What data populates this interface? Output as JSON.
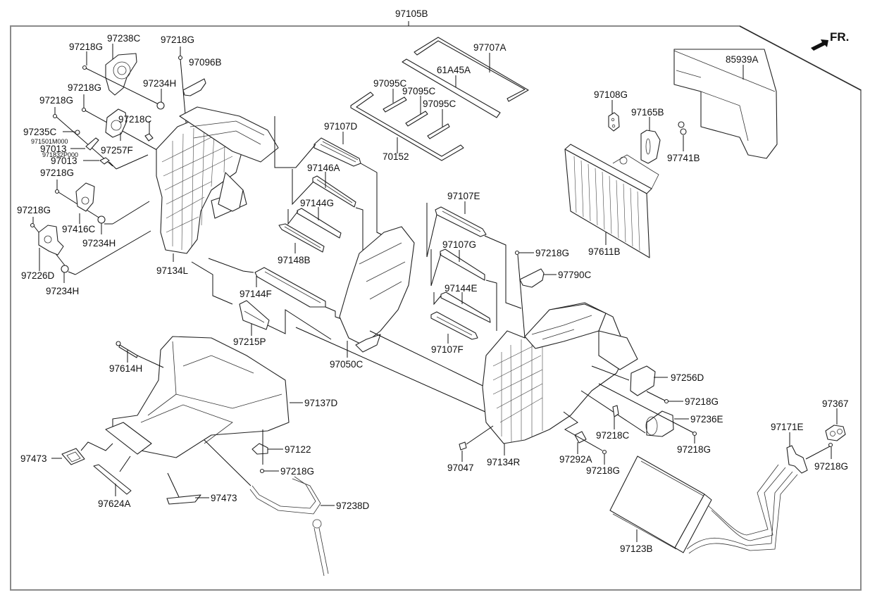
{
  "diagram": {
    "title": "Heater & A/C unit parts diagram",
    "assembly_label": "97105B",
    "orientation": {
      "label": "FR.",
      "icon": "front-direction-arrow"
    },
    "callouts": [
      {
        "id": "97238C"
      },
      {
        "id": "97218G"
      },
      {
        "id": "97096B"
      },
      {
        "id": "97234H"
      },
      {
        "id": "97218C"
      },
      {
        "id": "97235C"
      },
      {
        "id": "97013"
      },
      {
        "id": "97257F"
      },
      {
        "id": "97416C"
      },
      {
        "id": "97226D"
      },
      {
        "id": "97134L"
      },
      {
        "id": "97707A"
      },
      {
        "id": "61A45A"
      },
      {
        "id": "97095C"
      },
      {
        "id": "70152"
      },
      {
        "id": "97107D"
      },
      {
        "id": "97146A"
      },
      {
        "id": "97144G"
      },
      {
        "id": "97148B"
      },
      {
        "id": "97144F"
      },
      {
        "id": "97215P"
      },
      {
        "id": "97050C"
      },
      {
        "id": "97107E"
      },
      {
        "id": "97107G"
      },
      {
        "id": "97144E"
      },
      {
        "id": "97107F"
      },
      {
        "id": "97790C"
      },
      {
        "id": "97108G"
      },
      {
        "id": "97165B"
      },
      {
        "id": "97741B"
      },
      {
        "id": "85939A"
      },
      {
        "id": "97611B"
      },
      {
        "id": "97256D"
      },
      {
        "id": "97236E"
      },
      {
        "id": "97047"
      },
      {
        "id": "97134R"
      },
      {
        "id": "97292A"
      },
      {
        "id": "97367"
      },
      {
        "id": "97171E"
      },
      {
        "id": "97123B"
      },
      {
        "id": "97614H"
      },
      {
        "id": "97137D"
      },
      {
        "id": "97122"
      },
      {
        "id": "97473"
      },
      {
        "id": "97624A"
      },
      {
        "id": "97238D"
      }
    ],
    "sub_part_numbers": [
      "971501M000",
      "971832P000"
    ],
    "labels": {
      "top_97238C": "97238C",
      "top_97218G_a": "97218G",
      "top_97218G_b": "97218G",
      "top_97096B": "97096B",
      "top_97234H": "97234H",
      "top_97218G_c": "97218G",
      "top_97218G_d": "97218G",
      "top_97218C": "97218C",
      "top_97235C": "97235C",
      "sub_971501M000": "971501M000",
      "top_97013_a": "97013",
      "sub_971832P000": "971832P000",
      "top_97013_b": "97013",
      "top_97257F": "97257F",
      "left_97218G_e": "97218G",
      "left_97218G_f": "97218G",
      "left_97416C": "97416C",
      "left_97234H_b": "97234H",
      "left_97226D": "97226D",
      "left_97234H_c": "97234H",
      "left_97134L": "97134L",
      "seal_97707A": "97707A",
      "seal_61A45A": "61A45A",
      "seal_97095C_a": "97095C",
      "seal_97095C_b": "97095C",
      "seal_97095C_c": "97095C",
      "seal_70152": "70152",
      "mid_97107D": "97107D",
      "mid_97146A": "97146A",
      "mid_97144G": "97144G",
      "mid_97148B": "97148B",
      "mid_97144F": "97144F",
      "mid_97215P": "97215P",
      "mid_97050C": "97050C",
      "mid_97107E": "97107E",
      "mid_97107G": "97107G",
      "mid_97144E": "97144E",
      "mid_97107F": "97107F",
      "mid_97218G_g": "97218G",
      "mid_97790C": "97790C",
      "right_97108G": "97108G",
      "right_97165B": "97165B",
      "right_97741B": "97741B",
      "right_85939A": "85939A",
      "right_97611B": "97611B",
      "right_97256D": "97256D",
      "right_97218G_h": "97218G",
      "right_97236E": "97236E",
      "right_97218C_b": "97218C",
      "right_97218G_i": "97218G",
      "right_97047": "97047",
      "right_97134R": "97134R",
      "right_97292A": "97292A",
      "right_97218G_j": "97218G",
      "right_97367": "97367",
      "right_97171E": "97171E",
      "right_97218G_k": "97218G",
      "right_97123B": "97123B",
      "low_97614H": "97614H",
      "low_97137D": "97137D",
      "low_97122": "97122",
      "low_97218G_l": "97218G",
      "low_97473_a": "97473",
      "low_97624A": "97624A",
      "low_97473_b": "97473",
      "low_97238D": "97238D"
    }
  }
}
